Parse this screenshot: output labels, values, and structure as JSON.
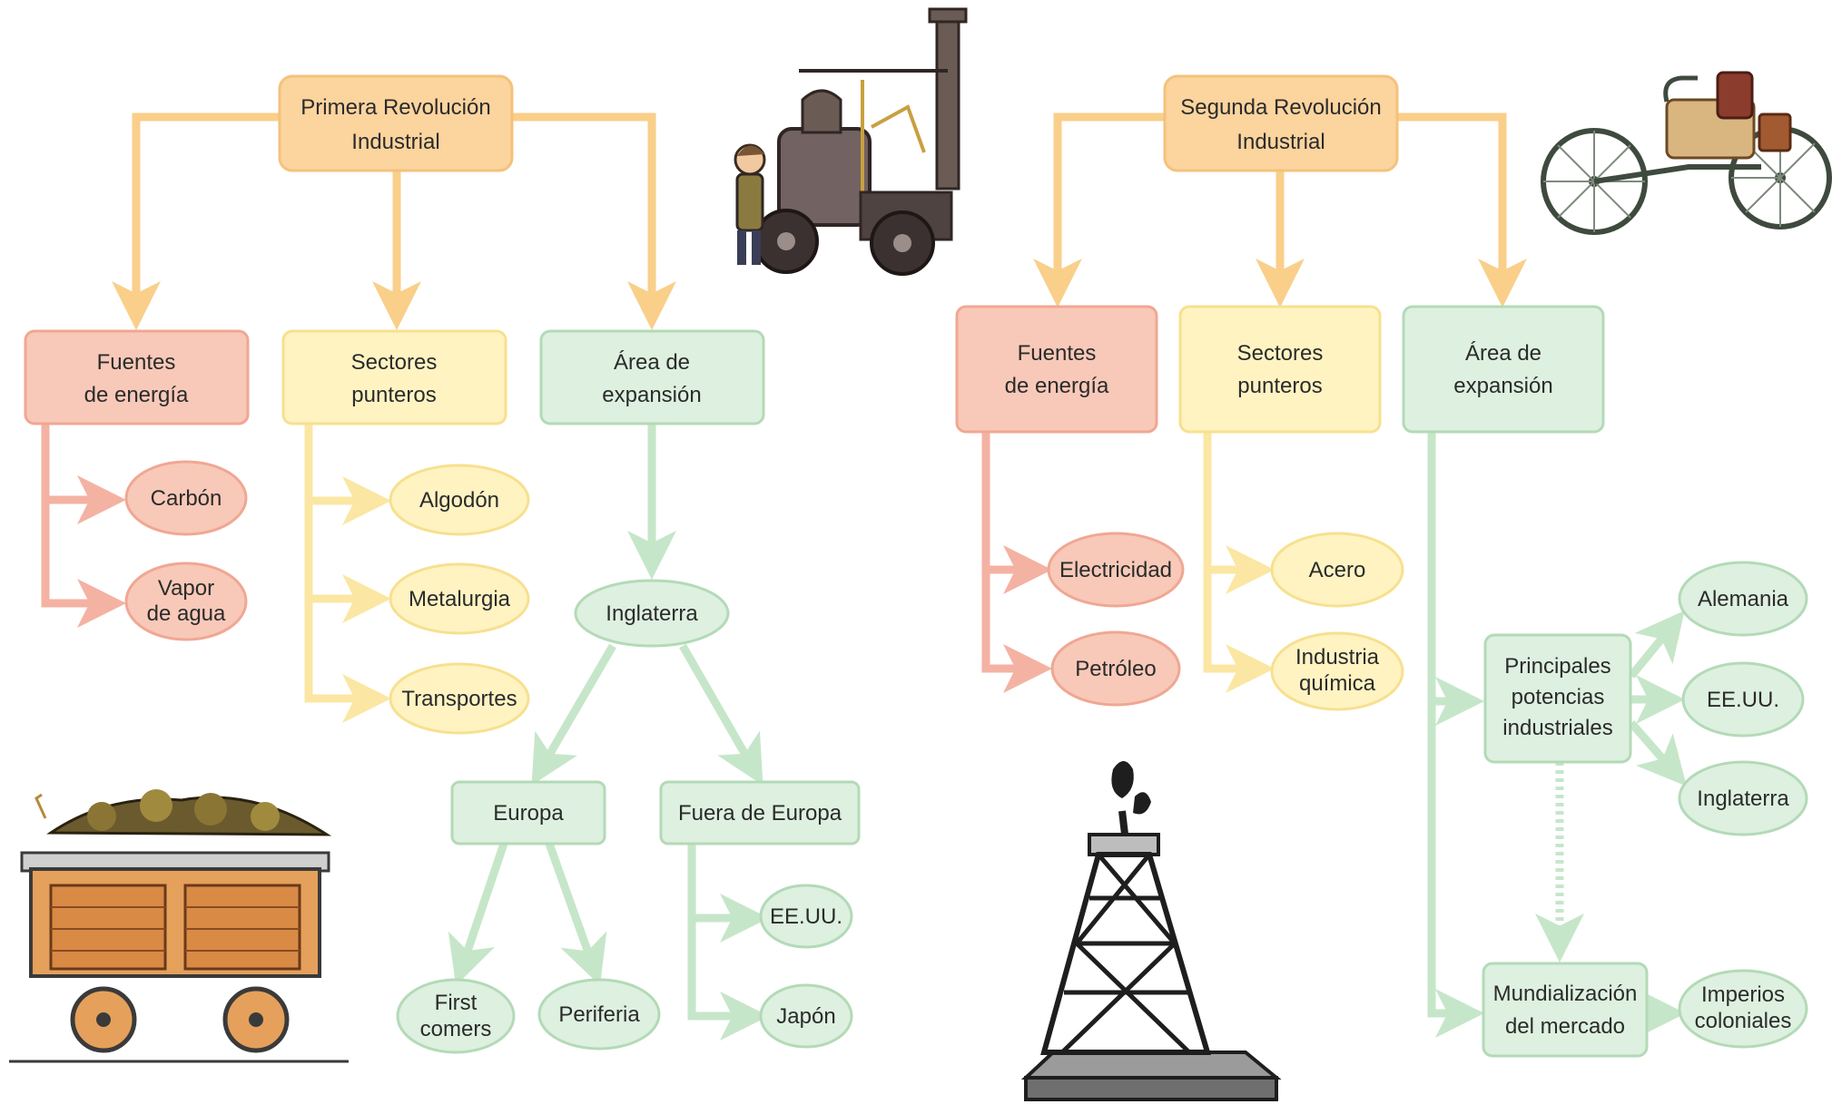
{
  "colors": {
    "orange_fill": "#fbd49e",
    "orange_stroke": "#f4c27c",
    "red_fill": "#f8c9b8",
    "red_stroke": "#f0a793",
    "yellow_fill": "#fff3c2",
    "yellow_stroke": "#f7e08f",
    "green_fill": "#def0df",
    "green_stroke": "#b3dab7",
    "orange_line": "#f9cf8a",
    "red_line": "#f4b2a3",
    "yellow_line": "#fbe7a3",
    "green_line": "#c6e6c9"
  },
  "left": {
    "title": [
      "Primera Revolución",
      "Industrial"
    ],
    "energy": {
      "title": [
        "Fuentes",
        "de energía"
      ],
      "items": [
        [
          "Carbón"
        ],
        [
          "Vapor",
          "de agua"
        ]
      ]
    },
    "sectors": {
      "title": [
        "Sectores",
        "punteros"
      ],
      "items": [
        [
          "Algodón"
        ],
        [
          "Metalurgia"
        ],
        [
          "Transportes"
        ]
      ]
    },
    "area": {
      "title": [
        "Área de",
        "expansión"
      ],
      "center": [
        "Inglaterra"
      ],
      "europe": [
        "Europa"
      ],
      "outside": [
        "Fuera de Europa"
      ],
      "europe_items": [
        [
          "First",
          "comers"
        ],
        [
          "Periferia"
        ]
      ],
      "outside_items": [
        [
          "EE.UU."
        ],
        [
          "Japón"
        ]
      ]
    }
  },
  "right": {
    "title": [
      "Segunda Revolución",
      "Industrial"
    ],
    "energy": {
      "title": [
        "Fuentes",
        "de energía"
      ],
      "items": [
        [
          "Electricidad"
        ],
        [
          "Petróleo"
        ]
      ]
    },
    "sectors": {
      "title": [
        "Sectores",
        "punteros"
      ],
      "items": [
        [
          "Acero"
        ],
        [
          "Industria",
          "química"
        ]
      ]
    },
    "area": {
      "title": [
        "Área de",
        "expansión"
      ],
      "powers": [
        "Principales",
        "potencias",
        "industriales"
      ],
      "powers_items": [
        [
          "Alemania"
        ],
        [
          "EE.UU."
        ],
        [
          "Inglaterra"
        ]
      ],
      "global": [
        "Mundialización",
        "del mercado"
      ],
      "global_items": [
        [
          "Imperios",
          "coloniales"
        ]
      ]
    }
  },
  "illustrations": [
    "steam-locomotive",
    "vintage-motor-car",
    "mine-cart-with-coal",
    "oil-derrick"
  ]
}
